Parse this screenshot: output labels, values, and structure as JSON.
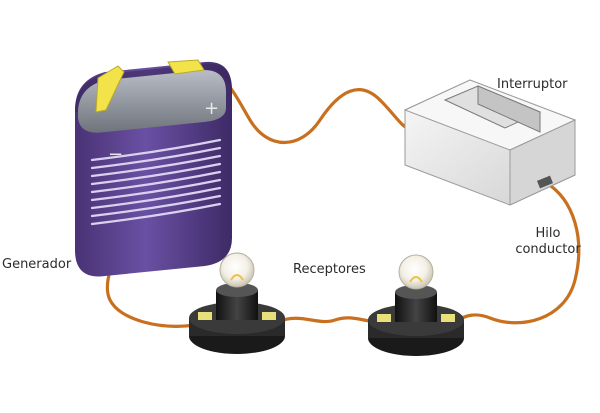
{
  "labels": {
    "generator": "Generador",
    "receivers": "Receptores",
    "switch": "Interruptor",
    "wire_line1": "Hilo",
    "wire_line2": "conductor"
  },
  "battery_marks": {
    "minus": "−",
    "plus": "+"
  },
  "colors": {
    "wire": "#c8701e",
    "battery_body": "#5a3f8c",
    "battery_top": "#8a8f99",
    "terminal": "#f2e34a",
    "switch": "#ececec",
    "lamp_base": "#222222",
    "bulb_glow": "#fff4a8"
  },
  "icons": [
    "battery-icon",
    "switch-icon",
    "bulb-icon"
  ]
}
